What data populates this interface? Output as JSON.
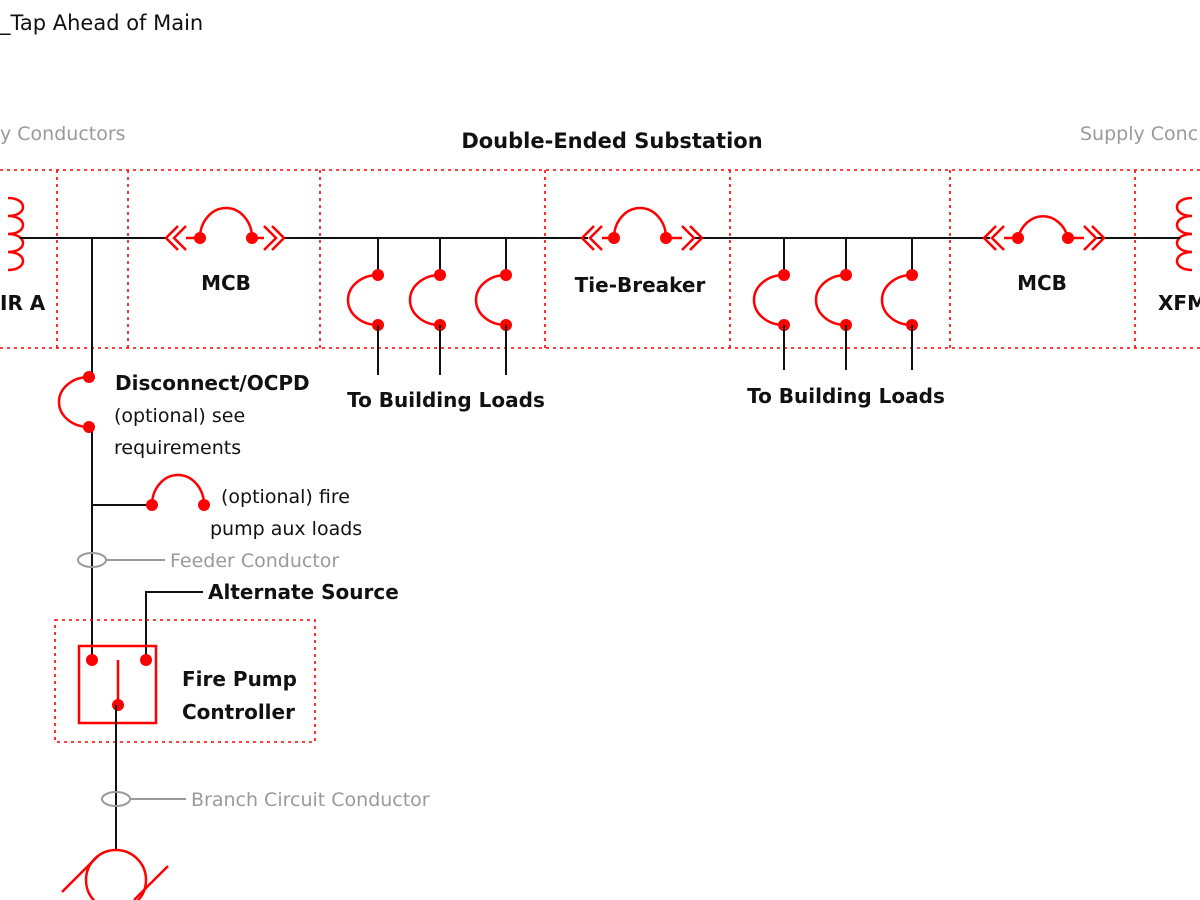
{
  "title": "_Tap Ahead of Main",
  "labels": {
    "supply_conductors_left": "y Conductors",
    "supply_conductors_right": "Supply Conc",
    "substation": "Double-Ended Substation",
    "xfmr_a": "IR A",
    "xfmr_b": "XFM",
    "mcb_left": "MCB",
    "mcb_right": "MCB",
    "tie_breaker": "Tie-Breaker",
    "building_loads_left": "To Building Loads",
    "building_loads_right": "To Building Loads",
    "disconnect_line1": "Disconnect/OCPD",
    "disconnect_line2": "(optional) see",
    "disconnect_line3": "requirements",
    "aux_line1": "(optional) fire",
    "aux_line2": "pump aux loads",
    "feeder_conductor": "Feeder Conductor",
    "alternate_source": "Alternate Source",
    "controller_line1": "Fire Pump",
    "controller_line2": "Controller",
    "branch_conductor": "Branch Circuit Conductor"
  },
  "colors": {
    "accent": "#ff0000",
    "line": "#111111",
    "muted": "#9a9a9a"
  }
}
